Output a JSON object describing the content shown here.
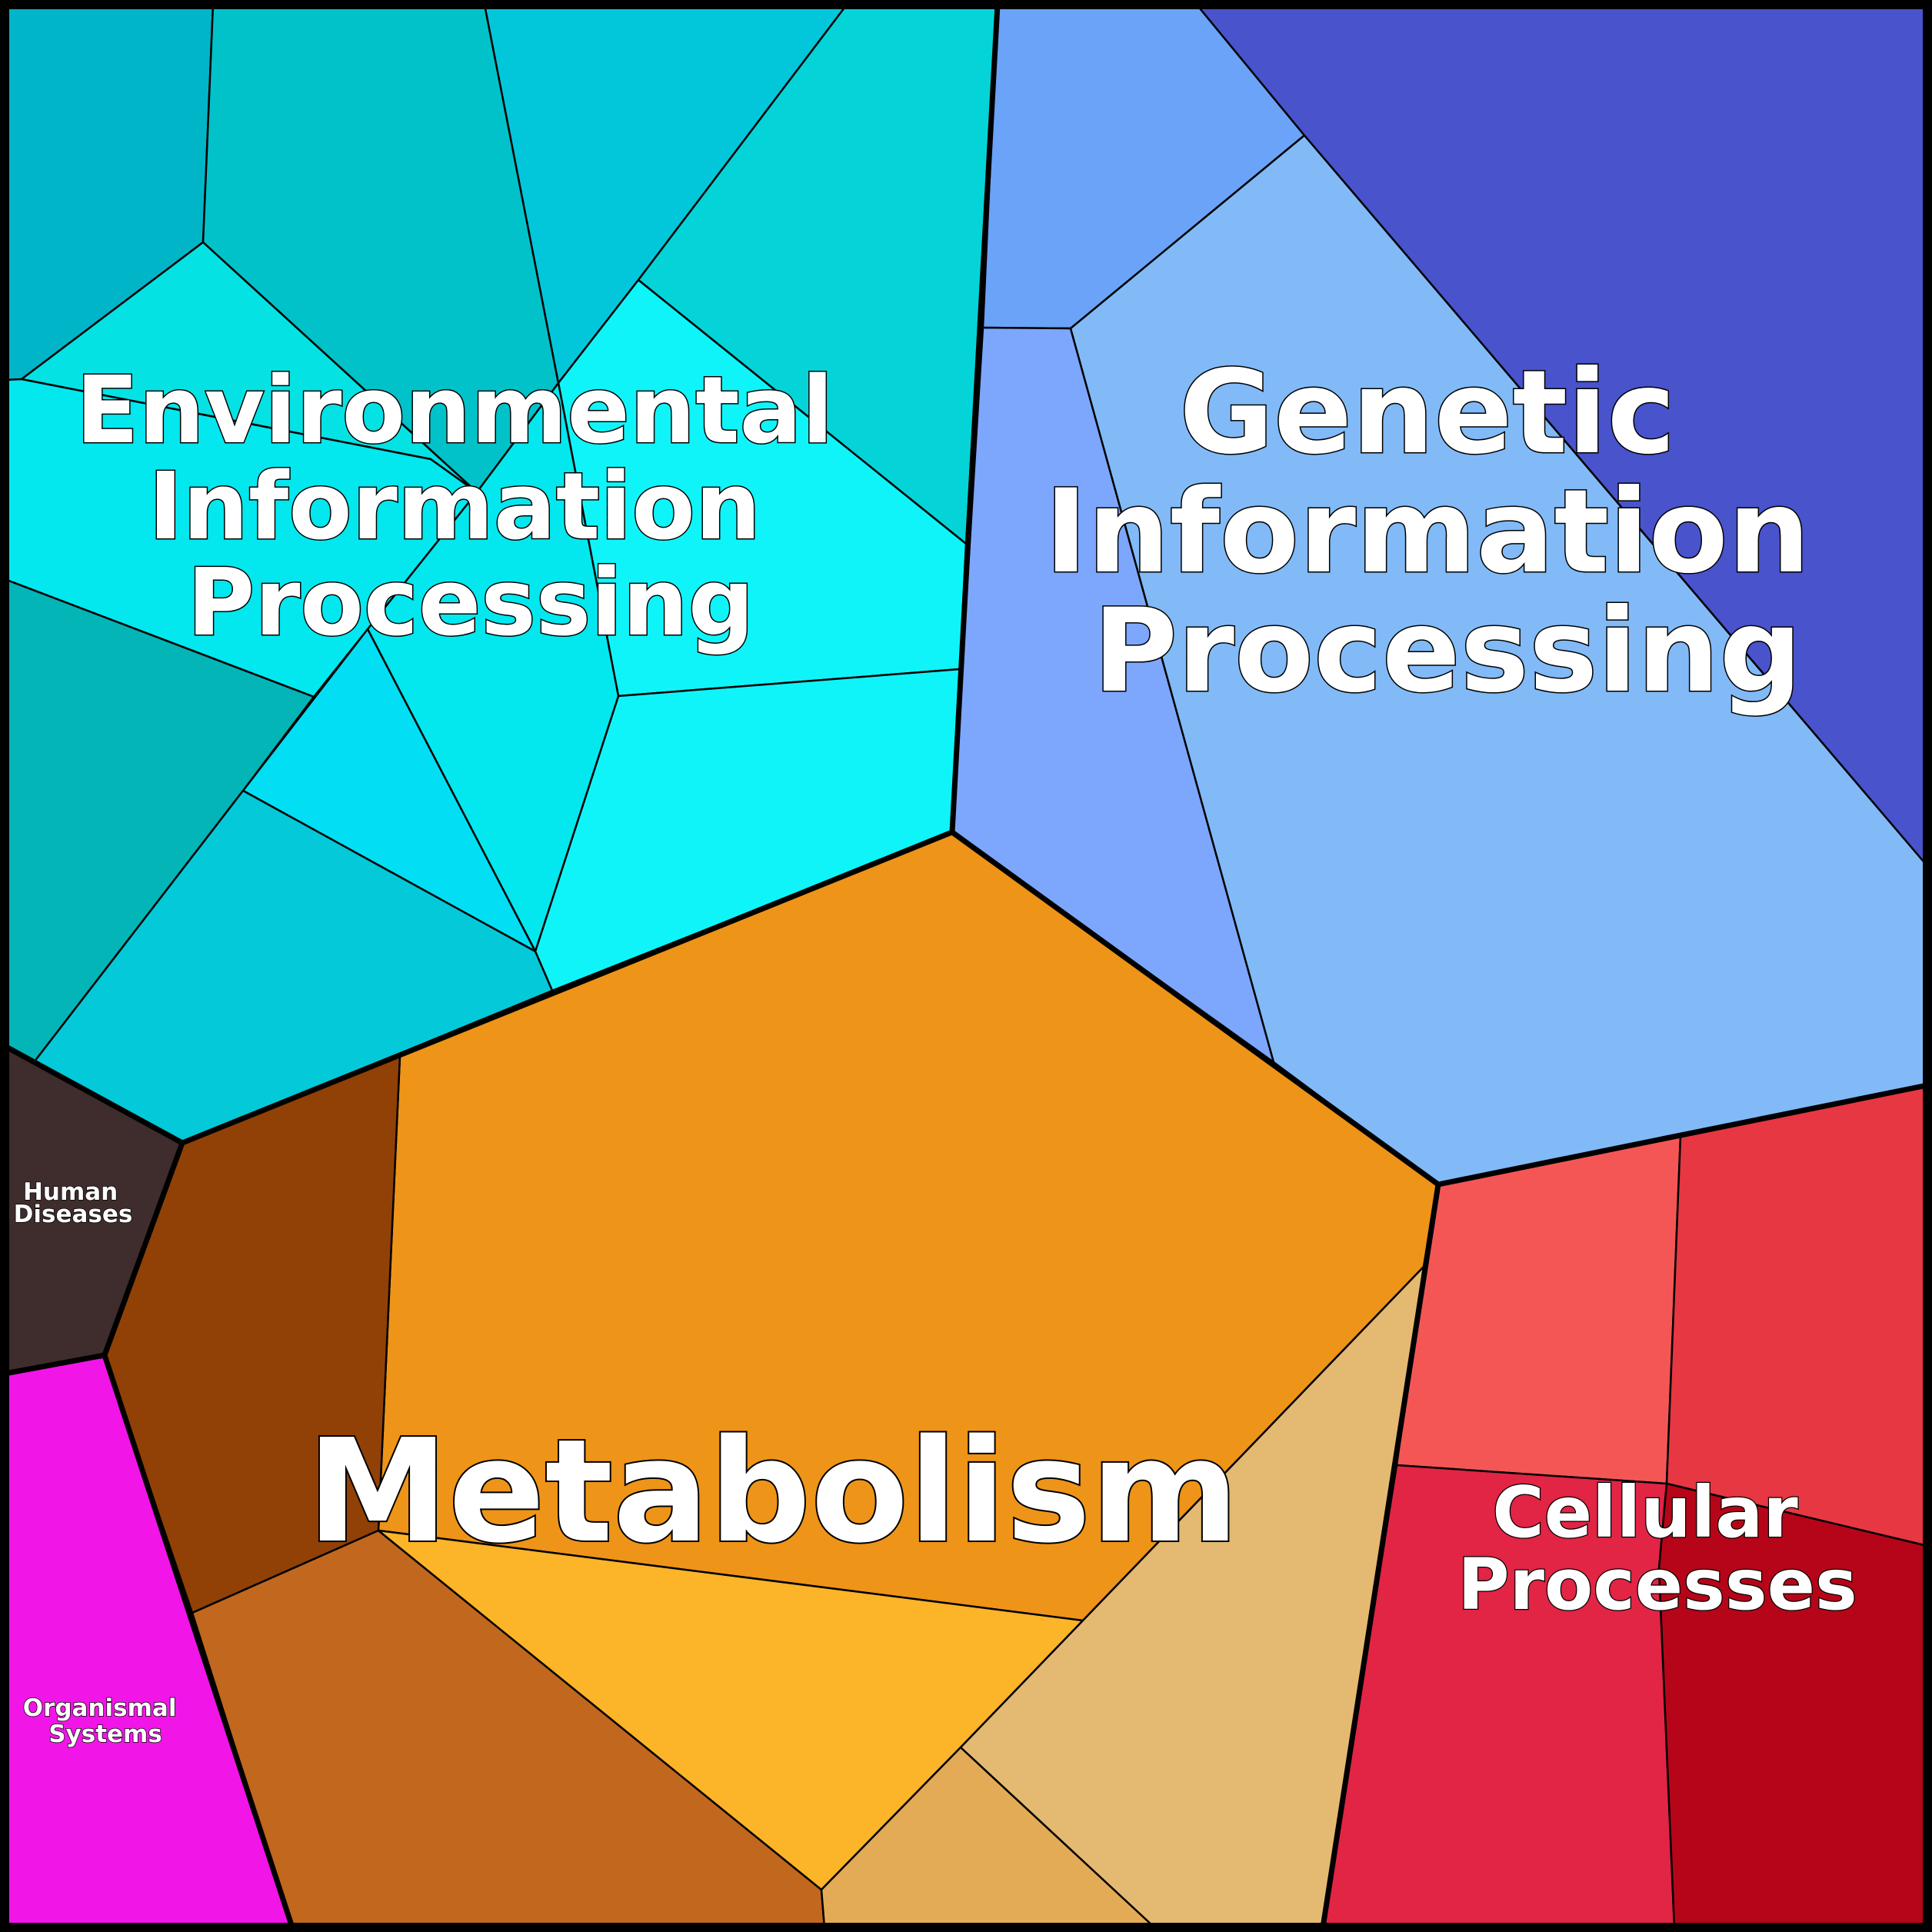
{
  "diagram": {
    "categories": [
      {
        "id": "metabolism",
        "lines": [
          "Metabolism"
        ]
      },
      {
        "id": "genetic",
        "lines": [
          "Genetic",
          "Information",
          "Processing"
        ]
      },
      {
        "id": "environmental",
        "lines": [
          "Environmental",
          "Information",
          "Processing"
        ]
      },
      {
        "id": "cellular",
        "lines": [
          "Cellular",
          "Processes"
        ]
      },
      {
        "id": "human",
        "lines": [
          "Human",
          "Diseases"
        ]
      },
      {
        "id": "organismal",
        "lines": [
          "Organismal",
          "Systems"
        ]
      }
    ],
    "colors": {
      "metabolism": [
        "#ee9418",
        "#914106",
        "#c1671e",
        "#fcb428",
        "#e4b972",
        "#e4ab57"
      ],
      "genetic": [
        "#6aa3f7",
        "#7da7fd",
        "#81baf7",
        "#4853cc"
      ],
      "environmental": [
        "#01b5c9",
        "#02c2c9",
        "#02c7db",
        "#04d4d8",
        "#05e2e4",
        "#0ff4f9",
        "#02e8ee",
        "#02dff4",
        "#03b5b7",
        "#04c9d9"
      ],
      "cellular": [
        "#f45656",
        "#e63742",
        "#e22445",
        "#b60518"
      ],
      "human": [
        "#3e2d2c"
      ],
      "organismal": [
        "#f215e8"
      ],
      "outline": "#000000",
      "label_text": "#ffffff"
    }
  }
}
